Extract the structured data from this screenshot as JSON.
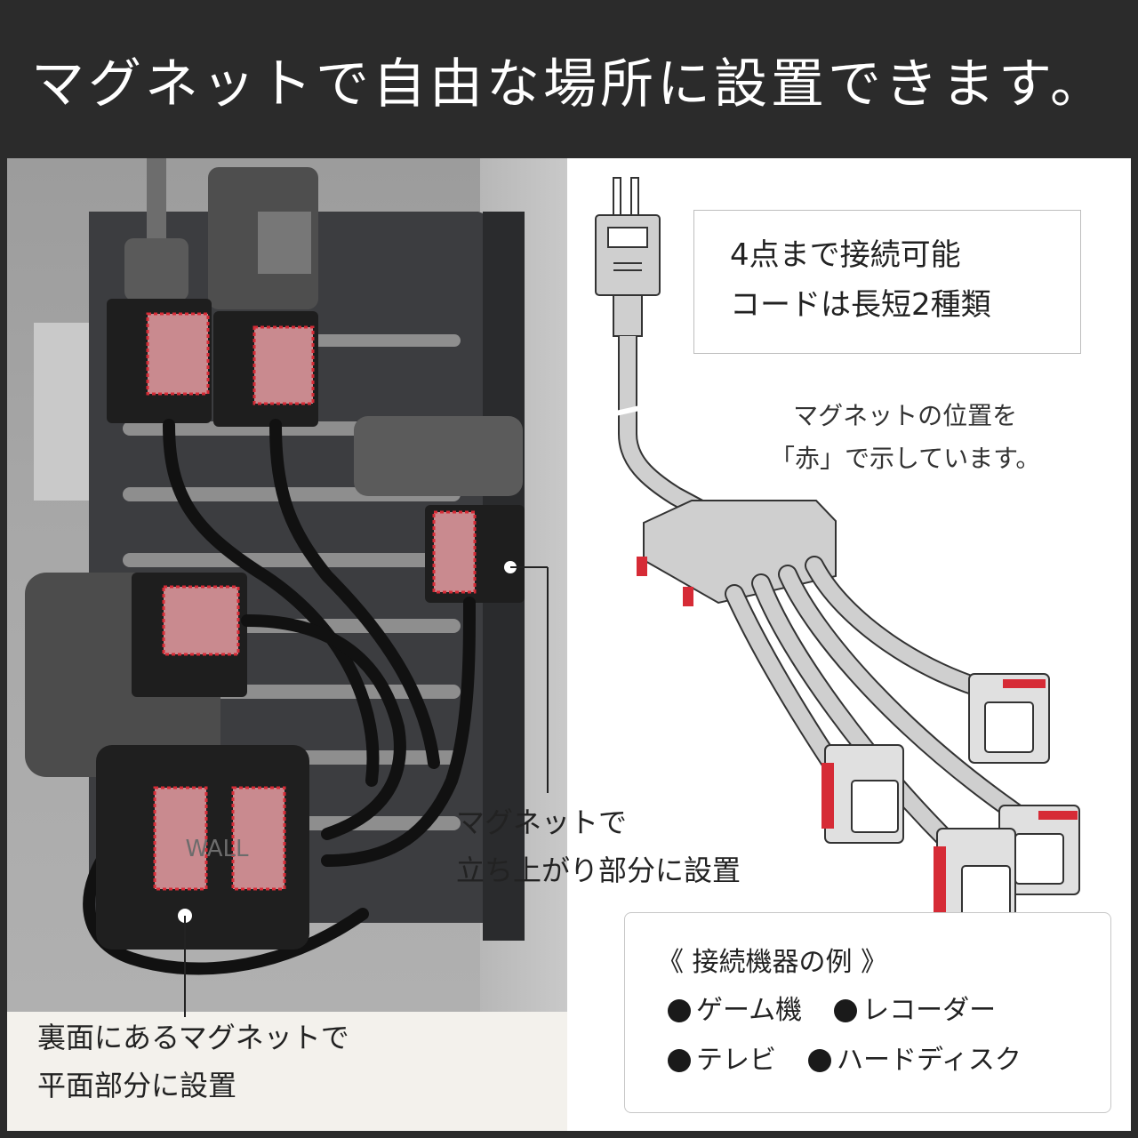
{
  "header": {
    "title": "マグネットで自由な場所に設置できます。"
  },
  "photo": {
    "back_magnet_label": [
      "裏面にあるマグネットで",
      "平面部分に設置"
    ],
    "side_magnet_label": [
      "マグネットで",
      "立ち上がり部分に設置"
    ],
    "brand_mark": "WALL"
  },
  "info_box": {
    "lines": [
      "4点まで接続可能",
      "コードは長短2種類"
    ]
  },
  "note": {
    "lines": [
      "マグネットの位置を",
      "「赤」で示しています。"
    ]
  },
  "examples": {
    "title": "《 接続機器の例 》",
    "row1": [
      "ゲーム機",
      "レコーダー"
    ],
    "row2": [
      "テレビ",
      "ハードディスク"
    ]
  },
  "colors": {
    "header_bg": "#2b2b2b",
    "magnet_red": "#d62b36",
    "device_black": "#1e1e1e",
    "cable_gray": "#cfcfcf"
  }
}
